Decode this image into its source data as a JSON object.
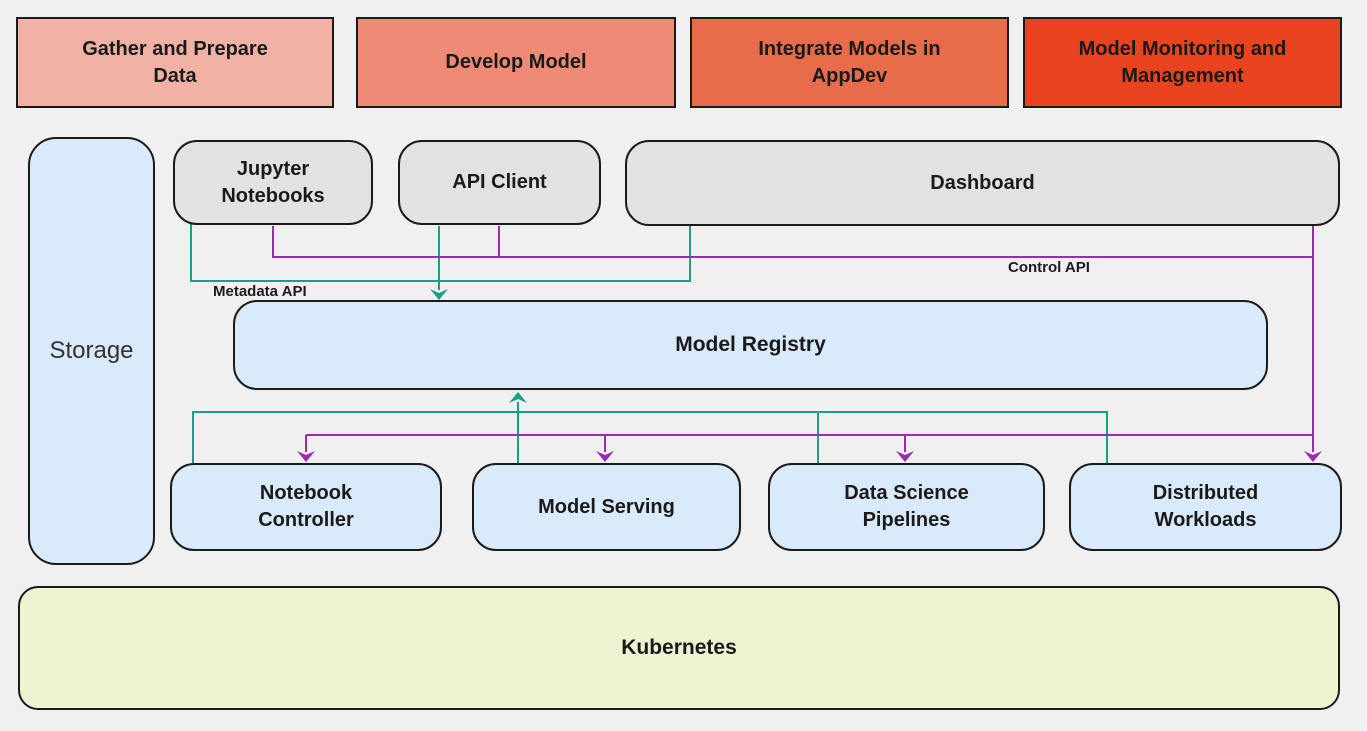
{
  "colors": {
    "bg": "#f0f0f0",
    "border": "#1a1a1a",
    "grey-fill": "#e2e2e2",
    "blue-fill": "#d9eafb",
    "green-fill": "#eef3d2",
    "phase1": "#f1b2a5",
    "phase2": "#ee8a75",
    "phase3": "#e96c4a",
    "phase4": "#ea431f",
    "teal": "#16a085",
    "purple": "#9e28b5"
  },
  "phases": [
    {
      "label": "Gather and Prepare\nData"
    },
    {
      "label": "Develop Model"
    },
    {
      "label": "Integrate Models in\nAppDev"
    },
    {
      "label": "Model Monitoring and\nManagement"
    }
  ],
  "storage": {
    "label": "Storage"
  },
  "clients": [
    {
      "label": "Jupyter\nNotebooks"
    },
    {
      "label": "API Client"
    },
    {
      "label": "Dashboard"
    }
  ],
  "registry": {
    "label": "Model Registry"
  },
  "components": [
    {
      "label": "Notebook\nController"
    },
    {
      "label": "Model Serving"
    },
    {
      "label": "Data Science\nPipelines"
    },
    {
      "label": "Distributed\nWorkloads"
    }
  ],
  "platform": {
    "label": "Kubernetes"
  },
  "edge_labels": {
    "metadata_api": "Metadata API",
    "control_api": "Control API"
  }
}
